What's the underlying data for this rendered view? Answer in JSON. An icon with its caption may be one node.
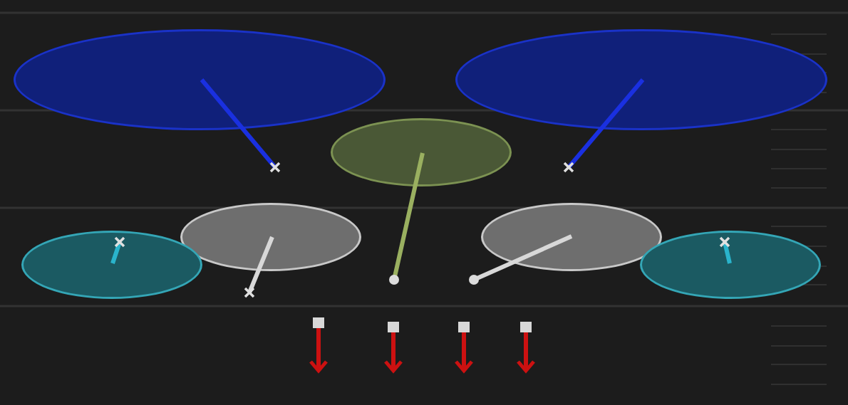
{
  "diagram": {
    "nodes": [
      {
        "text": [],
        "shape": "ellipse"
      },
      {
        "text": [],
        "shape": "ellipse"
      },
      {
        "text": [],
        "shape": "ellipse"
      },
      {
        "text": [],
        "shape": "ellipse"
      },
      {
        "text": [],
        "shape": "ellipse"
      },
      {
        "text": [],
        "shape": "ellipse"
      },
      {
        "text": [],
        "shape": "ellipse"
      }
    ],
    "edges": [
      {
        "from": 0,
        "to": null,
        "arrow": "other",
        "color": "#1a30e0"
      },
      {
        "from": 1,
        "to": null,
        "arrow": "other",
        "color": "#1a30e0"
      },
      {
        "from": 2,
        "to": null,
        "arrow": "other",
        "color": "#9ab060"
      },
      {
        "from": 3,
        "to": null,
        "arrow": "other",
        "color": "#d8d8d8"
      },
      {
        "from": 4,
        "to": null,
        "arrow": "other",
        "color": "#d8d8d8"
      },
      {
        "from": 5,
        "to": null,
        "arrow": "other",
        "color": "#2ab4cc"
      },
      {
        "from": 6,
        "to": null,
        "arrow": "other",
        "color": "#2ab4cc"
      }
    ]
  }
}
